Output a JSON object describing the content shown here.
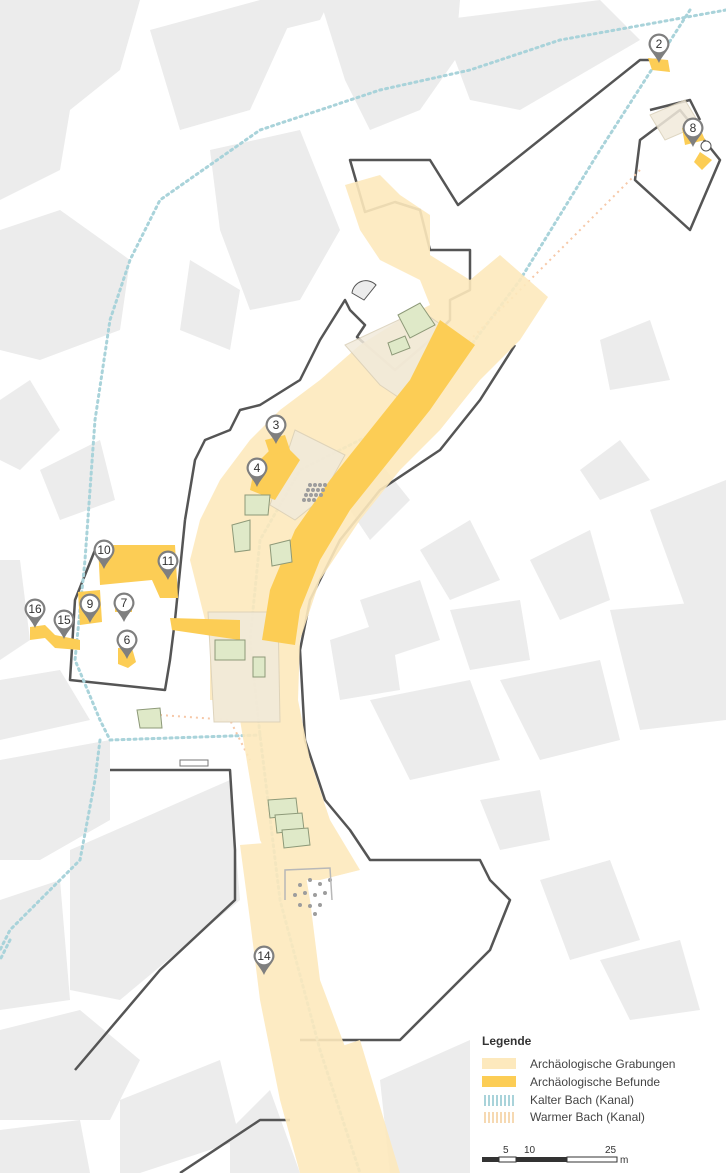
{
  "colors": {
    "building": "#ececec",
    "block_outline": "#555555",
    "grabungen": "#fde9bd",
    "befunde": "#fccd55",
    "kalter_bach": "#a9d3da",
    "warmer_bach": "#f6d9b2",
    "feature_green": "#dfe9c8",
    "pin": "#7f7f7f"
  },
  "markers": [
    {
      "id": "2",
      "label": "2"
    },
    {
      "id": "8",
      "label": "8"
    },
    {
      "id": "3",
      "label": "3"
    },
    {
      "id": "4",
      "label": "4"
    },
    {
      "id": "10",
      "label": "10"
    },
    {
      "id": "11",
      "label": "11"
    },
    {
      "id": "16",
      "label": "16"
    },
    {
      "id": "15",
      "label": "15"
    },
    {
      "id": "9",
      "label": "9"
    },
    {
      "id": "7",
      "label": "7"
    },
    {
      "id": "6",
      "label": "6"
    },
    {
      "id": "14",
      "label": "14"
    }
  ],
  "legend": {
    "title": "Legende",
    "items": [
      {
        "label": "Archäologische Grabungen",
        "swatch": "grabungen"
      },
      {
        "label": "Archäologische Befunde",
        "swatch": "befunde"
      },
      {
        "label": "Kalter Bach (Kanal)",
        "swatch": "kalter_bach"
      },
      {
        "label": "Warmer Bach (Kanal)",
        "swatch": "warmer_bach"
      }
    ]
  },
  "scale_bar": {
    "ticks": [
      "5",
      "10",
      "25"
    ],
    "unit": "m"
  }
}
